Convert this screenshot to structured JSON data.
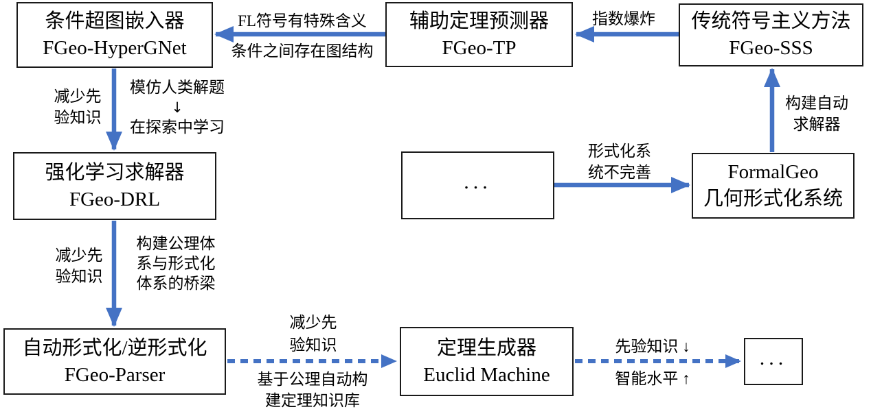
{
  "diagram": {
    "title": "FormalGeo system architecture flow diagram",
    "background": "#ffffff",
    "arrow_color": "#4472C4",
    "border_color": "#1a1a1a"
  },
  "boxes": {
    "hypergnet": {
      "title": "条件超图嵌入器",
      "subtitle": "FGeo-HyperGNet"
    },
    "tp": {
      "title": "辅助定理预测器",
      "subtitle": "FGeo-TP"
    },
    "sss": {
      "title": "传统符号主义方法",
      "subtitle": "FGeo-SSS"
    },
    "drl": {
      "title": "强化学习求解器",
      "subtitle": "FGeo-DRL"
    },
    "mid_ellipsis": {
      "title": "..."
    },
    "formalgeo": {
      "title": "FormalGeo",
      "subtitle": "几何形式化系统"
    },
    "parser": {
      "title": "自动形式化/逆形式化",
      "subtitle": "FGeo-Parser"
    },
    "euclid": {
      "title": "定理生成器",
      "subtitle": "Euclid Machine"
    },
    "end_ellipsis": {
      "title": "..."
    }
  },
  "edge_labels": {
    "tp_to_hypergnet_above": "FL符号有特殊含义",
    "tp_to_hypergnet_below": "条件之间存在图结构",
    "sss_to_tp_above": "指数爆炸",
    "hypergnet_to_drl_left": "减少先\n验知识",
    "hypergnet_to_drl_right_line1": "模仿人类解题",
    "hypergnet_to_drl_right_arrow": "↓",
    "hypergnet_to_drl_right_line2": "在探索中学习",
    "drl_to_parser_left": "减少先\n验知识",
    "drl_to_parser_right": "构建公理体\n系与形式化\n体系的桥梁",
    "formalgeo_to_sss_right": "构建自动\n求解器",
    "ellipsis_to_formalgeo_above": "形式化系\n统不完善",
    "parser_to_euclid_above": "减少先\n验知识",
    "parser_to_euclid_below": "基于公理自动构\n建定理知识库",
    "euclid_to_end_above": "先验知识 ↓",
    "euclid_to_end_below": "智能水平 ↑"
  }
}
